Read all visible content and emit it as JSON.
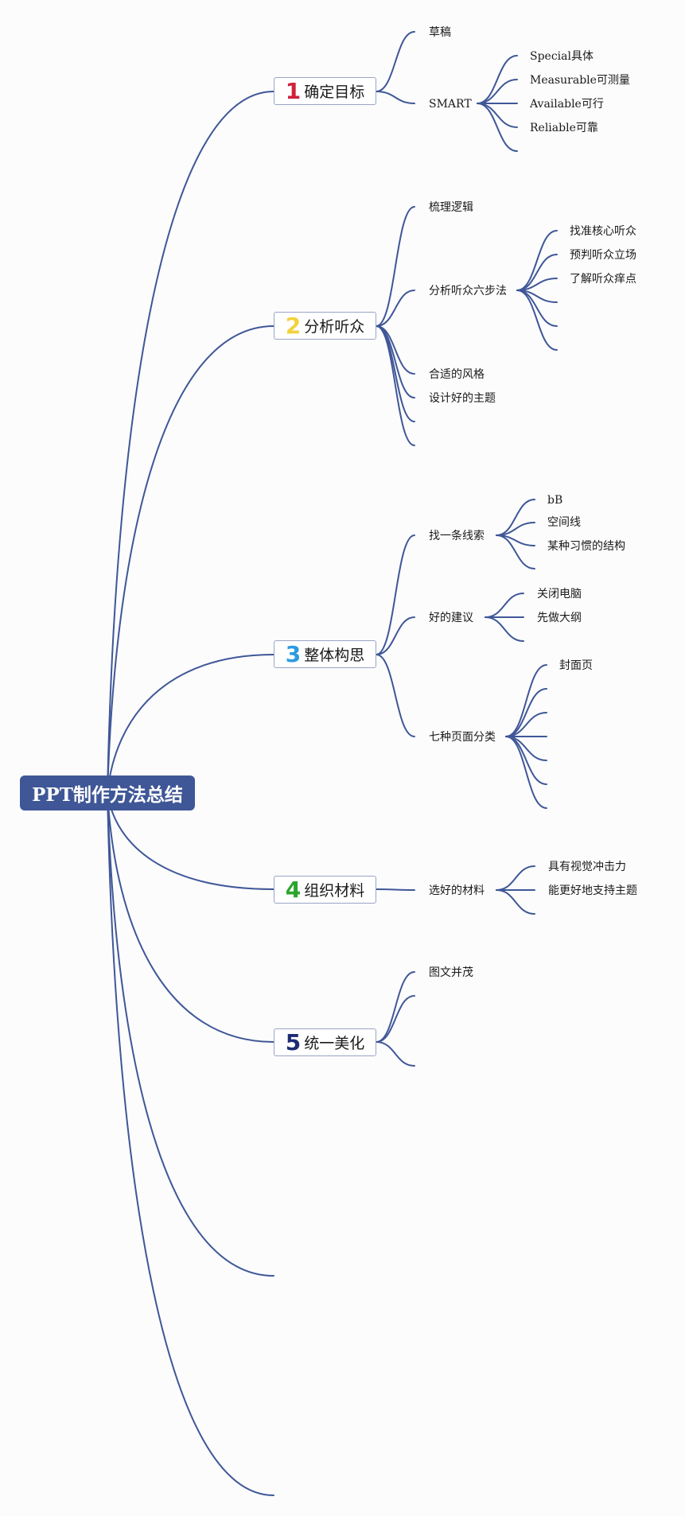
{
  "root": {
    "label": "PPT制作方法总结"
  },
  "topics": [
    {
      "number": "1",
      "color": "#d0213b",
      "label": "确定目标",
      "children": [
        {
          "label": "草稿"
        },
        {
          "label": "SMART",
          "children": [
            {
              "label": "Special具体"
            },
            {
              "label": "Measurable可测量"
            },
            {
              "label": "Available可行"
            },
            {
              "label": "Reliable可靠"
            },
            {
              "label": ""
            }
          ]
        }
      ]
    },
    {
      "number": "2",
      "color": "#f2d23c",
      "label": "分析听众",
      "children": [
        {
          "label": "梳理逻辑"
        },
        {
          "label": "分析听众六步法",
          "children": [
            {
              "label": "找准核心听众"
            },
            {
              "label": "预判听众立场"
            },
            {
              "label": "了解听众痒点"
            },
            {
              "label": ""
            },
            {
              "label": ""
            },
            {
              "label": ""
            }
          ]
        },
        {
          "label": "合适的风格"
        },
        {
          "label": "设计好的主题"
        },
        {
          "label": ""
        },
        {
          "label": ""
        }
      ]
    },
    {
      "number": "3",
      "color": "#2b9be0",
      "label": "整体构思",
      "children": [
        {
          "label": "找一条线索",
          "children": [
            {
              "label": "bB"
            },
            {
              "label": "空间线"
            },
            {
              "label": "某种习惯的结构"
            },
            {
              "label": ""
            }
          ]
        },
        {
          "label": "好的建议",
          "children": [
            {
              "label": "关闭电脑"
            },
            {
              "label": "先做大纲"
            },
            {
              "label": ""
            }
          ]
        },
        {
          "label": "七种页面分类",
          "children": [
            {
              "label": "封面页"
            },
            {
              "label": ""
            },
            {
              "label": ""
            },
            {
              "label": ""
            },
            {
              "label": ""
            },
            {
              "label": ""
            },
            {
              "label": ""
            }
          ]
        }
      ]
    },
    {
      "number": "4",
      "color": "#2aa52e",
      "label": "组织材料",
      "children": [
        {
          "label": "选好的材料",
          "children": [
            {
              "label": "具有视觉冲击力"
            },
            {
              "label": "能更好地支持主题"
            },
            {
              "label": ""
            }
          ]
        }
      ]
    },
    {
      "number": "5",
      "color": "#1e2c74",
      "label": "统一美化",
      "children": [
        {
          "label": "图文并茂"
        },
        {
          "label": ""
        },
        {
          "label": ""
        }
      ]
    }
  ],
  "line_color": "#3f5797"
}
